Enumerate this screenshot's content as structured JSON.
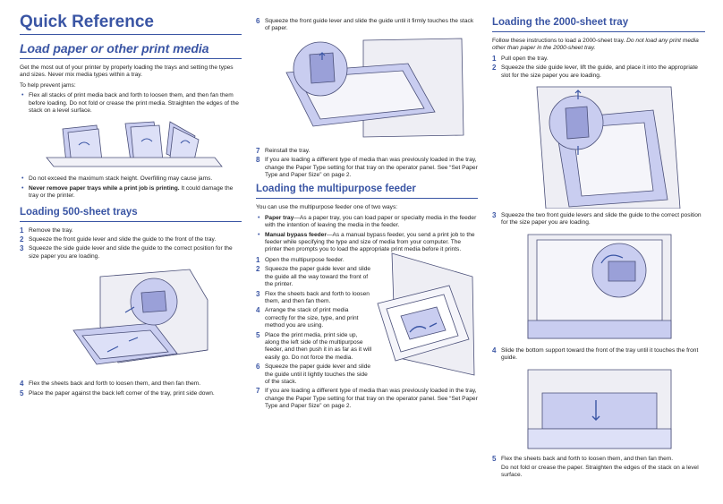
{
  "title": "Quick Reference",
  "load": {
    "heading": "Load paper or other print media",
    "intro": "Get the most out of your printer by properly loading the trays and setting the types and sizes. Never mix media types within a tray.",
    "prevent": "To help prevent jams:",
    "bullet1": "Flex all stacks of print media back and forth to loosen them, and then fan them before loading. Do not fold or crease the print media. Straighten the edges of the stack on a level surface.",
    "bullet2": "Do not exceed the maximum stack height. Overfilling may cause jams.",
    "bullet3_bold": "Never remove paper trays while a print job is printing.",
    "bullet3_rest": " It could damage the tray or the printer."
  },
  "tray500": {
    "heading": "Loading 500-sheet trays",
    "steps": [
      {
        "n": "1",
        "t": "Remove the tray."
      },
      {
        "n": "2",
        "t": "Squeeze the front guide lever and slide the guide to the front of the tray."
      },
      {
        "n": "3",
        "t": "Squeeze the side guide lever and slide the guide to the correct position for the size paper you are loading."
      },
      {
        "n": "4",
        "t": "Flex the sheets back and forth to loosen them, and then fan them."
      },
      {
        "n": "5",
        "t": "Place the paper against the back left corner of the tray, print side down."
      },
      {
        "n": "6",
        "t": "Squeeze the front guide lever and slide the guide until it firmly touches the stack of paper."
      },
      {
        "n": "7",
        "t": "Reinstall the tray."
      },
      {
        "n": "8",
        "t": "If you are loading a different type of media than was previously loaded in the tray, change the Paper Type setting for that tray on the operator panel. See “Set Paper Type and Paper Size” on page 2."
      }
    ]
  },
  "mpf": {
    "heading": "Loading the multipurpose feeder",
    "intro": "You can use the multipurpose feeder one of two ways:",
    "b1_bold": "Paper tray",
    "b1_rest": "—As a paper tray, you can load paper or specialty media in the feeder with the intention of leaving the media in the feeder.",
    "b2_bold": "Manual bypass feeder",
    "b2_rest": "—As a manual bypass feeder, you send a print job to the feeder while specifying the type and size of media from your computer. The printer then prompts you to load the appropriate print media before it prints.",
    "steps": [
      {
        "n": "1",
        "t": "Open the multipurpose feeder."
      },
      {
        "n": "2",
        "t": "Squeeze the paper guide lever and slide the guide all the way toward the front of the printer."
      },
      {
        "n": "3",
        "t": "Flex the sheets back and forth to loosen them, and then fan them."
      },
      {
        "n": "4",
        "t": "Arrange the stack of print media correctly for the size, type, and print method you are using."
      },
      {
        "n": "5",
        "t": "Place the print media, print side up, along the left side of the multipurpose feeder, and then push it in as far as it will easily go. Do not force the media."
      },
      {
        "n": "6",
        "t": "Squeeze the paper guide lever and slide the guide until it lightly touches the side of the stack."
      },
      {
        "n": "7",
        "t": "If you are loading a different type of media than was previously loaded in the tray, change the Paper Type setting for that tray on the operator panel. See “Set Paper Type and Paper Size” on page 2."
      }
    ]
  },
  "tray2000": {
    "heading": "Loading the 2000-sheet tray",
    "intro": "Follow these instructions to load a 2000-sheet tray. ",
    "intro_italic": "Do not load any print media other than paper in the 2000-sheet tray.",
    "steps": [
      {
        "n": "1",
        "t": "Pull open the tray."
      },
      {
        "n": "2",
        "t": "Squeeze the side guide lever, lift the guide, and place it into the appropriate slot for the size paper you are loading."
      },
      {
        "n": "3",
        "t": "Squeeze the two front guide levers and slide the guide to the correct position for the size paper you are loading."
      },
      {
        "n": "4",
        "t": "Slide the bottom support toward the front of the tray until it touches the front guide."
      },
      {
        "n": "5",
        "t": "Flex the sheets back and forth to loosen them, and then fan them."
      }
    ],
    "note": "Do not fold or crease the paper. Straighten the edges of the stack on a level surface."
  },
  "colors": {
    "accent": "#3a55a4",
    "illustration_fill": "#c9cdf0",
    "illustration_stroke": "#4a4f78"
  }
}
